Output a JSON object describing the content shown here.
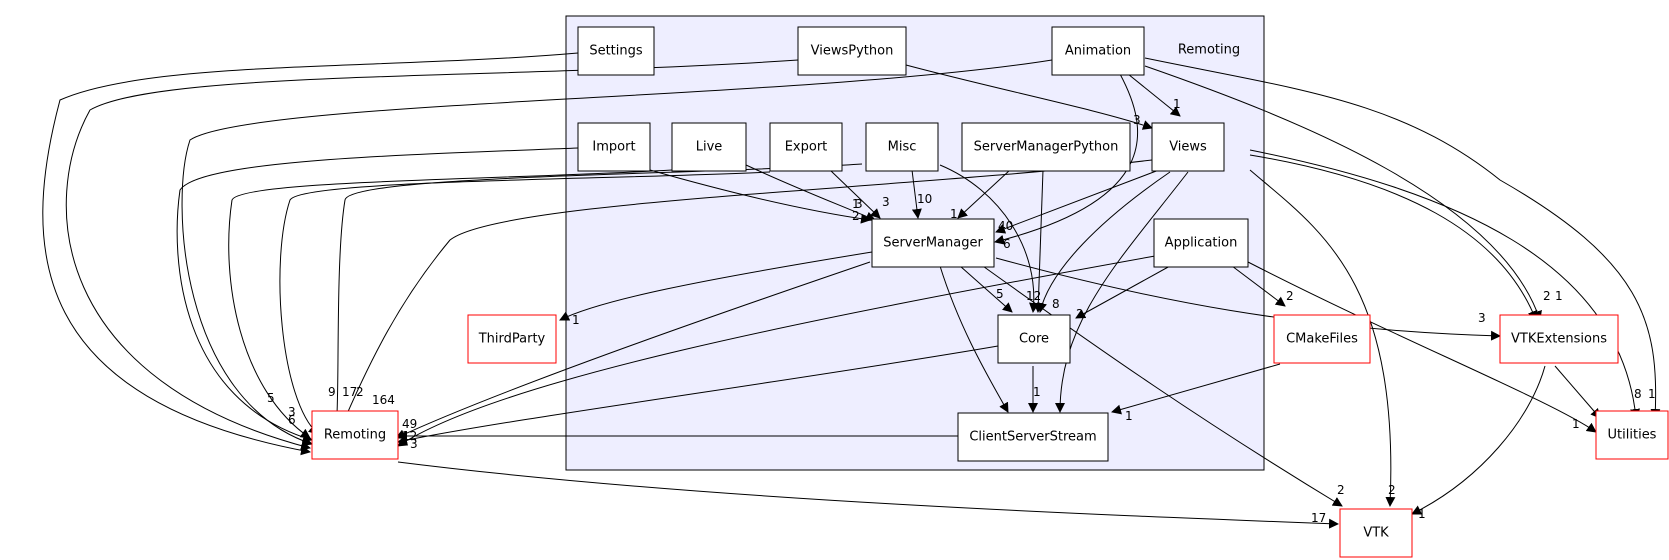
{
  "colors": {
    "cluster_fill": "#eeeeff",
    "border": "#000000",
    "external_border": "#ff0000",
    "background": "#ffffff"
  },
  "cluster": {
    "label": "Remoting"
  },
  "nodes": {
    "settings": "Settings",
    "views_python": "ViewsPython",
    "animation": "Animation",
    "import": "Import",
    "live": "Live",
    "export": "Export",
    "misc": "Misc",
    "server_manager_python": "ServerManagerPython",
    "views": "Views",
    "server_manager": "ServerManager",
    "application": "Application",
    "core": "Core",
    "client_server_stream": "ClientServerStream",
    "third_party": "ThirdParty",
    "remoting": "Remoting",
    "cmake_files": "CMakeFiles",
    "vtk_extensions": "VTKExtensions",
    "utilities": "Utilities",
    "vtk": "VTK"
  },
  "edge_counts": [
    "1",
    "3",
    "1",
    "2",
    "3",
    "3",
    "10",
    "1",
    "40",
    "6",
    "12",
    "8",
    "5",
    "2",
    "2",
    "3",
    "1",
    "3",
    "1",
    "2",
    "2",
    "1",
    "1",
    "8",
    "1",
    "5",
    "9",
    "17",
    "2",
    "164",
    "3",
    "6",
    "49",
    "12",
    "3",
    "1",
    "2",
    "17",
    "1",
    "2",
    "1"
  ]
}
